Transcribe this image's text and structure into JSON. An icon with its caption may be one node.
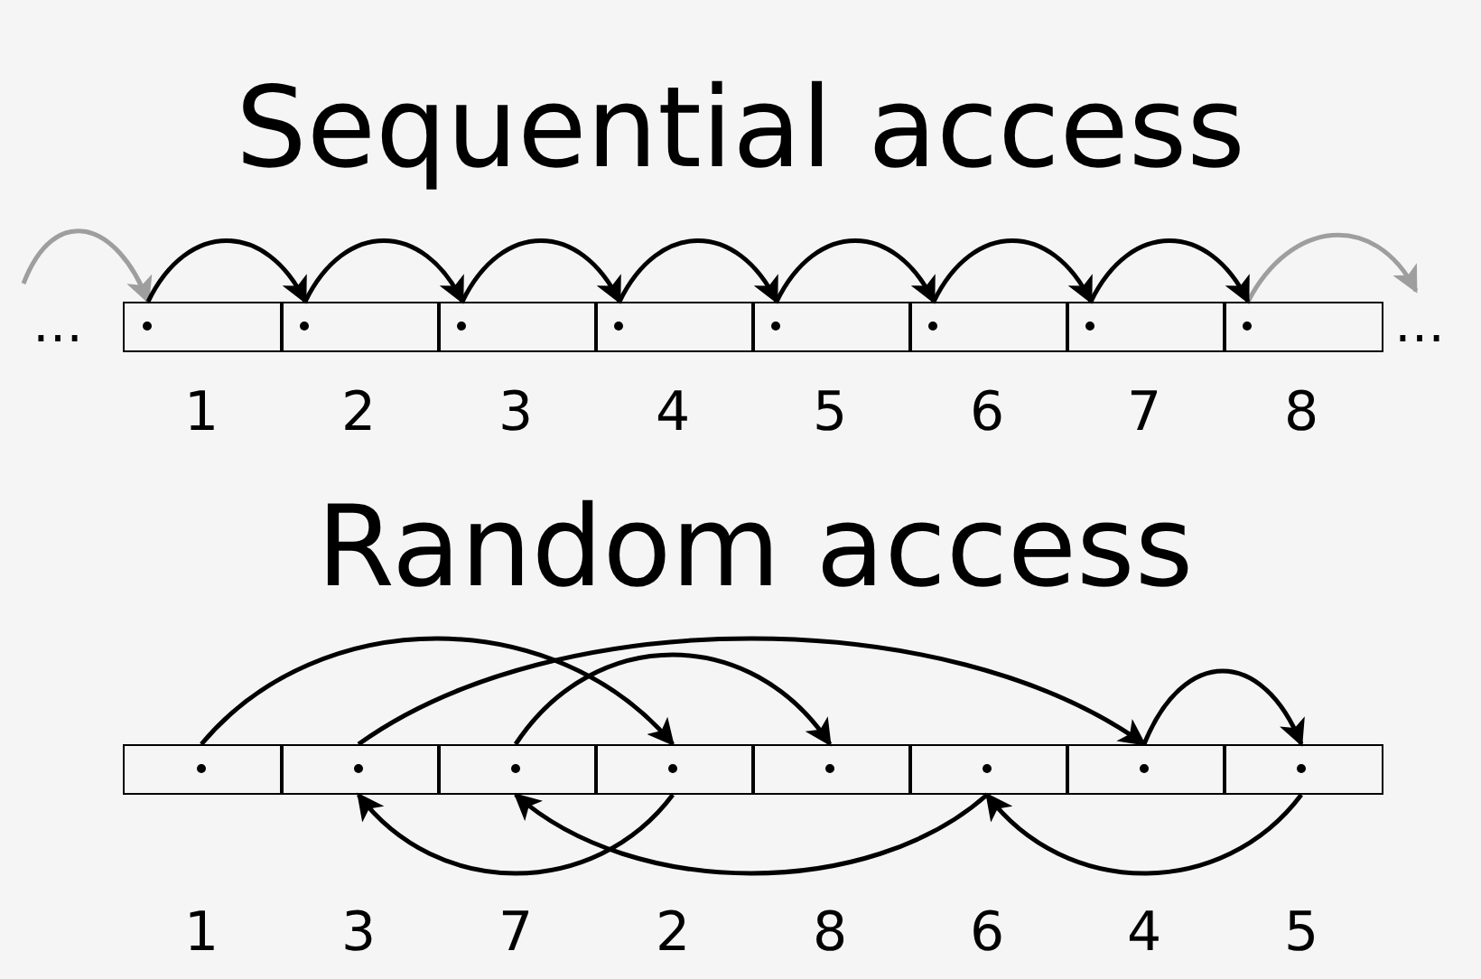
{
  "diagram": {
    "nodes": [
      {
        "text": [],
        "shape": "box",
        "beside": [
          "1"
        ]
      },
      {
        "text": [],
        "shape": "box",
        "beside": [
          "2"
        ]
      },
      {
        "text": [],
        "shape": "box",
        "beside": [
          "3"
        ]
      },
      {
        "text": [],
        "shape": "box",
        "beside": [
          "4"
        ]
      },
      {
        "text": [],
        "shape": "box",
        "beside": [
          "5"
        ]
      },
      {
        "text": [],
        "shape": "box",
        "beside": [
          "6"
        ]
      },
      {
        "text": [],
        "shape": "box",
        "beside": [
          "7"
        ]
      },
      {
        "text": [],
        "shape": "box",
        "beside": [
          "8"
        ]
      },
      {
        "text": [],
        "shape": "box",
        "beside": [
          "1"
        ]
      },
      {
        "text": [],
        "shape": "box",
        "beside": [
          "3"
        ]
      },
      {
        "text": [],
        "shape": "box",
        "beside": [
          "7"
        ]
      },
      {
        "text": [],
        "shape": "box",
        "beside": [
          "2"
        ]
      },
      {
        "text": [],
        "shape": "box",
        "beside": [
          "8"
        ]
      },
      {
        "text": [],
        "shape": "box",
        "beside": [
          "6"
        ]
      },
      {
        "text": [],
        "shape": "box",
        "beside": [
          "4"
        ]
      },
      {
        "text": [],
        "shape": "box",
        "beside": [
          "5"
        ]
      }
    ],
    "edges": [
      {
        "from": null,
        "to": 0,
        "arrow": "to"
      },
      {
        "from": 0,
        "to": 1,
        "arrow": "to"
      },
      {
        "from": 1,
        "to": 2,
        "arrow": "to"
      },
      {
        "from": 2,
        "to": 3,
        "arrow": "to"
      },
      {
        "from": 3,
        "to": 4,
        "arrow": "to"
      },
      {
        "from": 4,
        "to": 5,
        "arrow": "to"
      },
      {
        "from": 5,
        "to": 6,
        "arrow": "to"
      },
      {
        "from": 6,
        "to": 7,
        "arrow": "to"
      },
      {
        "from": 7,
        "to": null,
        "arrow": "to"
      },
      {
        "from": 8,
        "to": 11,
        "arrow": "to"
      },
      {
        "from": 11,
        "to": 9,
        "arrow": "to"
      },
      {
        "from": 9,
        "to": 14,
        "arrow": "to"
      },
      {
        "from": 14,
        "to": 15,
        "arrow": "to"
      },
      {
        "from": 15,
        "to": 13,
        "arrow": "to"
      },
      {
        "from": 13,
        "to": 10,
        "arrow": "to"
      },
      {
        "from": 10,
        "to": 12,
        "arrow": "to"
      }
    ],
    "labels": [
      "Sequential access",
      "…",
      "…",
      "Random access"
    ]
  }
}
